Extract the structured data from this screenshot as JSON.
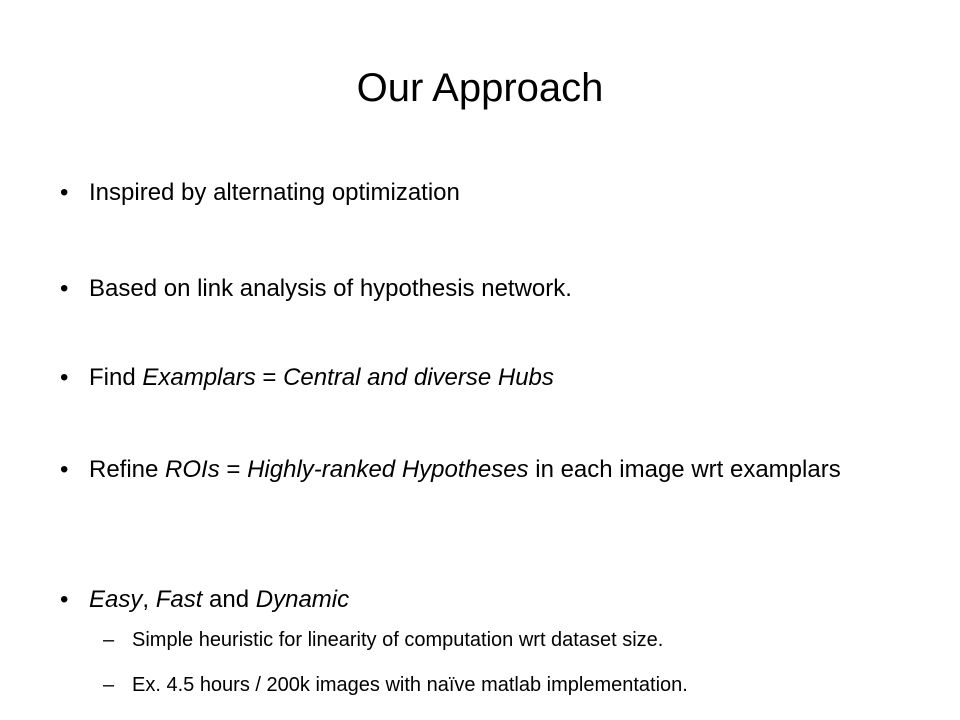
{
  "slide": {
    "title": "Our Approach",
    "bullet_char": "•",
    "dash_char": "–",
    "bullets": [
      {
        "parts": [
          "Inspired by alternating optimization"
        ]
      },
      {
        "parts": [
          "Based on link analysis of hypothesis network."
        ]
      },
      {
        "parts": [
          "Find ",
          "Examplars",
          " = ",
          "Central and diverse Hubs"
        ]
      },
      {
        "parts": [
          "Refine ",
          "ROIs",
          " = ",
          "Highly-ranked Hypotheses",
          " in each image wrt examplars"
        ]
      },
      {
        "parts": [
          "Easy",
          ", ",
          "Fast",
          " and ",
          "Dynamic"
        ]
      }
    ],
    "subbullets": [
      "Simple heuristic for linearity of computation wrt dataset size.",
      "Ex. 4.5 hours / 200k images with naïve matlab implementation."
    ]
  }
}
